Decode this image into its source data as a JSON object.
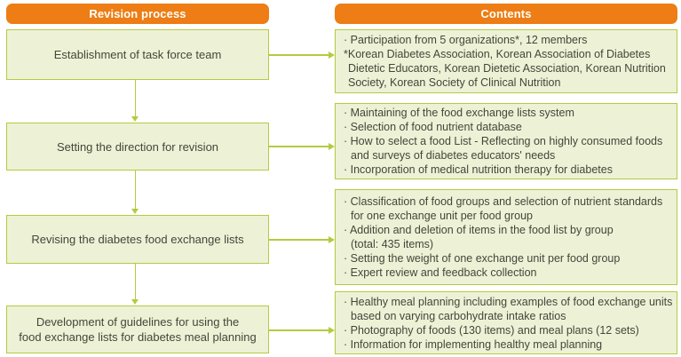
{
  "theme": {
    "header_bg": "#ed7d14",
    "line_green": "#b3cb3f",
    "box_fill": "#edf2d6",
    "text_color": "#45453b",
    "header_text": "#ffffff",
    "page_bg": "#ffffff"
  },
  "headers": {
    "left": "Revision process",
    "right": "Contents"
  },
  "rows": [
    {
      "process_lines": [
        "Establishment of task force team"
      ],
      "contents_lines": [
        "· Participation from 5 organizations*, 12 members",
        "*Korean Diabetes Association, Korean Association of Diabetes",
        "Dietetic Educators, Korean Dietetic Association, Korean Nutrition",
        "Society, Korean Society of Clinical Nutrition"
      ]
    },
    {
      "process_lines": [
        "Setting the direction for revision"
      ],
      "contents_lines": [
        "· Maintaining of the food exchange lists system",
        "· Selection of food nutrient database",
        "· How to select a food List - Reflecting on highly consumed foods",
        "and surveys of diabetes educators' needs",
        "· Incorporation of medical nutrition therapy for diabetes"
      ]
    },
    {
      "process_lines": [
        "Revising the diabetes food exchange lists"
      ],
      "contents_lines": [
        "· Classification of food groups and selection of nutrient standards",
        "for one exchange unit per food group",
        "· Addition and deletion of items in the food list by group",
        "(total: 435 items)",
        "· Setting the weight of one exchange unit per food group",
        "· Expert review and feedback collection"
      ]
    },
    {
      "process_lines": [
        "Development of guidelines for using the",
        "food exchange lists for diabetes meal planning"
      ],
      "contents_lines": [
        "· Healthy meal planning including examples of food exchange units",
        "based on varying carbohydrate intake ratios",
        "· Photography of foods (130 items) and meal plans (12 sets)",
        "· Information for implementing healthy meal planning"
      ]
    }
  ]
}
